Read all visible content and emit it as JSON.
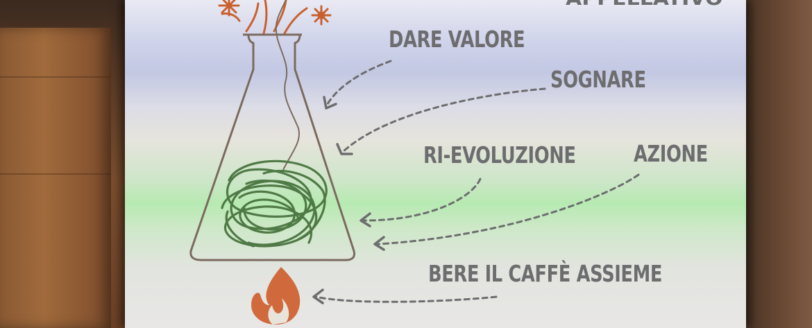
{
  "slide": {
    "title_partial": "APPELLATIVO",
    "labels": {
      "dare_valore": "DARE VALORE",
      "sognare": "SOGNARE",
      "ri_evoluzione": "RI-EVOLUZIONE",
      "azione": "AZIONE",
      "bere_caffe": "BERE IL CAFFÈ ASSIEME"
    }
  },
  "colors": {
    "text": "#6d6d6f",
    "flask": "#7b6a5e",
    "tangle": "#4f7a45",
    "fire": "#d06a3c",
    "sparks": "#c9602f"
  },
  "icons": [
    "flask-icon",
    "tangle-icon",
    "fire-icon",
    "sparks-icon",
    "arrow-icon"
  ]
}
